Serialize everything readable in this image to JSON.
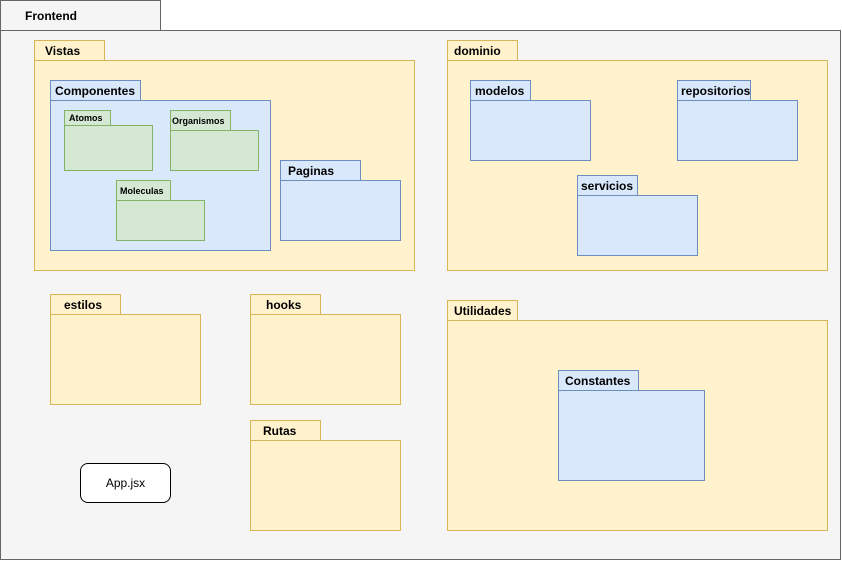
{
  "diagram": {
    "frontend": "Frontend",
    "vistas": "Vistas",
    "componentes": "Componentes",
    "atomos": "Atomos",
    "organismos": "Organismos",
    "moleculas": "Moleculas",
    "paginas": "Paginas",
    "dominio": "dominio",
    "modelos": "modelos",
    "repositorios": "repositorios",
    "servicios": "servicios",
    "estilos": "estilos",
    "hooks": "hooks",
    "rutas": "Rutas",
    "utilidades": "Utilidades",
    "constantes": "Constantes",
    "app": "App.jsx"
  },
  "colors": {
    "gray_fill": "#f5f5f5",
    "gray_stroke": "#666666",
    "yellow_fill": "#fff2cc",
    "yellow_stroke": "#d6b656",
    "blue_fill": "#dae8fc",
    "blue_stroke": "#6c8ebf",
    "green_fill": "#d5e8d4",
    "green_stroke": "#82b366"
  }
}
